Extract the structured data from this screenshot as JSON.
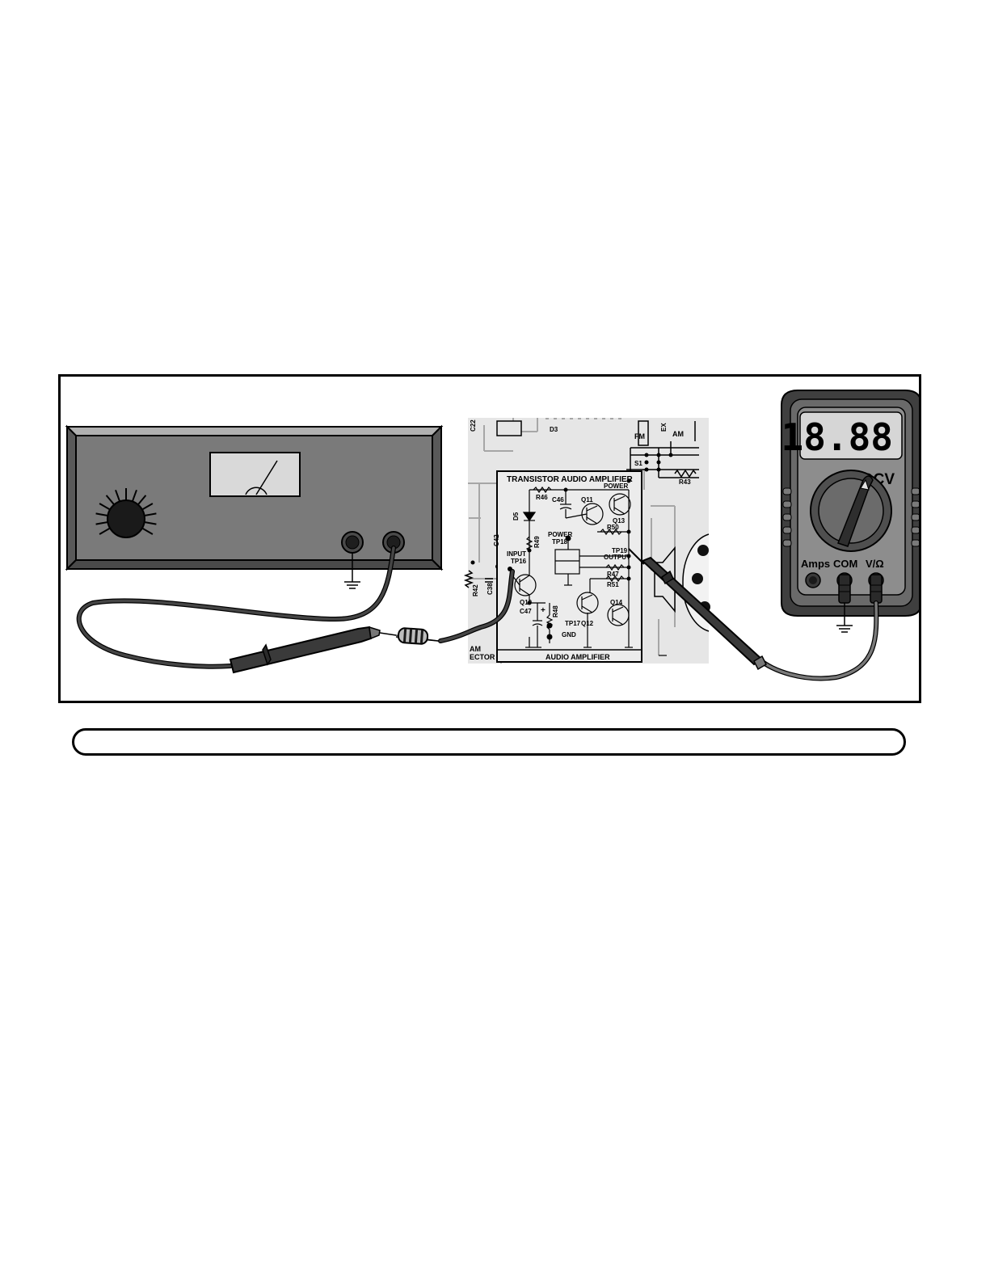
{
  "schematic": {
    "title": "TRANSISTOR AUDIO AMPLIFIER",
    "footer": "AUDIO AMPLIFIER",
    "labels": {
      "c22": "C22",
      "d3": "D3",
      "ex": "EX",
      "fm": "FM",
      "am": "AM",
      "s1": "S1",
      "r43": "R43",
      "power_top": "POWER",
      "r46": "R46",
      "c46": "C46",
      "q11": "Q11",
      "q13": "Q13",
      "d5": "D5",
      "r49": "R49",
      "r50": "R50",
      "power_tp18": "POWER",
      "tp18": "TP18",
      "c42": "C42",
      "tp19": "TP19",
      "output": "OUTPUT",
      "input": "INPUT",
      "tp16": "TP16",
      "r47": "R47",
      "r51": "R51",
      "c38": "C38",
      "r42": "R42",
      "q10": "Q10",
      "c47": "C47",
      "r48": "R48",
      "q14": "Q14",
      "tp17": "TP17",
      "q12": "Q12",
      "gnd": "GND",
      "am_bottom": "AM",
      "ector": "ECTOR"
    }
  },
  "multimeter": {
    "display": "18.88",
    "mode": "DCV",
    "jack_amps": "Amps",
    "jack_com": "COM",
    "jack_v": "V/Ω"
  },
  "colors": {
    "generator_body": "#7a7a7a",
    "meter_case": "#5e5e5e",
    "meter_face": "#8d8d8d",
    "lcd": "#d6d6d6",
    "schematic_bg": "#e6e6e6",
    "lead": "#454545"
  },
  "icons": {
    "ground": "ground-symbol-icon",
    "knob": "tuning-knob-icon",
    "resistor": "resistor-icon"
  }
}
